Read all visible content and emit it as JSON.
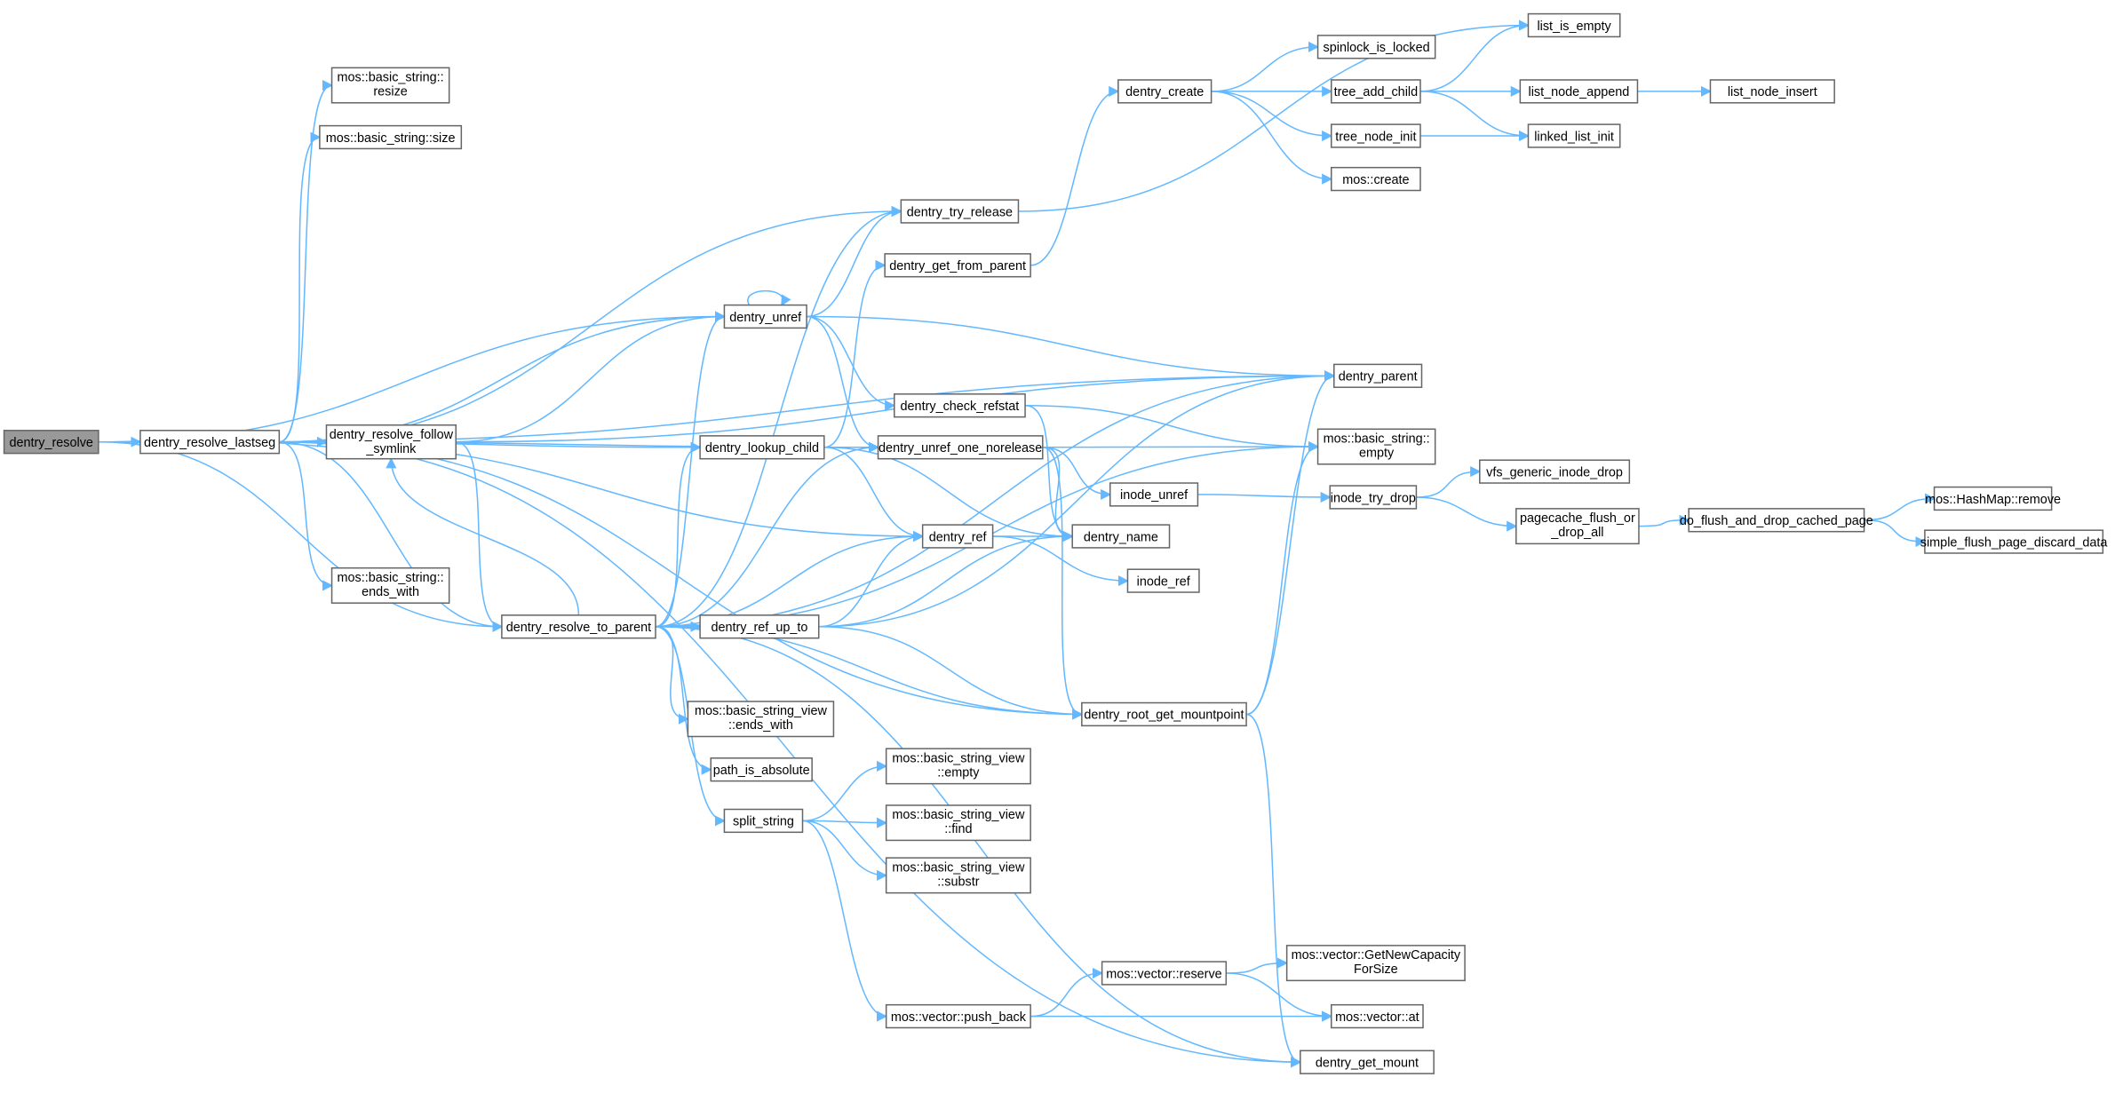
{
  "graph": {
    "title": "dentry_resolve call graph",
    "colors": {
      "edge": "#63b8ff",
      "root_fill": "#999999",
      "node_border": "#666666"
    },
    "root": "dentry_resolve",
    "nodes": {
      "dentry_resolve": [
        "dentry_resolve"
      ],
      "lastseg": [
        "dentry_resolve_lastseg"
      ],
      "resize": [
        "mos::basic_string::",
        "resize"
      ],
      "size": [
        "mos::basic_string::size"
      ],
      "follow": [
        "dentry_resolve_follow",
        "_symlink"
      ],
      "bs_ends_with": [
        "mos::basic_string::",
        "ends_with"
      ],
      "to_parent": [
        "dentry_resolve_to_parent"
      ],
      "unref": [
        "dentry_unref"
      ],
      "try_release": [
        "dentry_try_release"
      ],
      "get_from_parent": [
        "dentry_get_from_parent"
      ],
      "create": [
        "dentry_create"
      ],
      "spinlock": [
        "spinlock_is_locked"
      ],
      "tree_add_child": [
        "tree_add_child"
      ],
      "tree_node_init": [
        "tree_node_init"
      ],
      "mos_create": [
        "mos::create"
      ],
      "list_is_empty": [
        "list_is_empty"
      ],
      "list_node_append": [
        "list_node_append"
      ],
      "list_node_insert": [
        "list_node_insert"
      ],
      "linked_list_init": [
        "linked_list_init"
      ],
      "check_refstat": [
        "dentry_check_refstat"
      ],
      "parent": [
        "dentry_parent"
      ],
      "lookup_child": [
        "dentry_lookup_child"
      ],
      "unref_one": [
        "dentry_unref_one_norelease"
      ],
      "bs_empty": [
        "mos::basic_string::",
        "empty"
      ],
      "inode_unref": [
        "inode_unref"
      ],
      "inode_try_drop": [
        "inode_try_drop"
      ],
      "vfs_drop": [
        "vfs_generic_inode_drop"
      ],
      "pagecache": [
        "pagecache_flush_or",
        "_drop_all"
      ],
      "do_flush": [
        "do_flush_and_drop_cached_page"
      ],
      "hashmap_remove": [
        "mos::HashMap::remove"
      ],
      "simple_flush": [
        "simple_flush_page_discard_data"
      ],
      "ref": [
        "dentry_ref"
      ],
      "name": [
        "dentry_name"
      ],
      "inode_ref": [
        "inode_ref"
      ],
      "ref_up_to": [
        "dentry_ref_up_to"
      ],
      "sv_ends_with": [
        "mos::basic_string_view",
        "::ends_with"
      ],
      "path_abs": [
        "path_is_absolute"
      ],
      "split": [
        "split_string"
      ],
      "mountpoint": [
        "dentry_root_get_mountpoint"
      ],
      "sv_empty": [
        "mos::basic_string_view",
        "::empty"
      ],
      "sv_find": [
        "mos::basic_string_view",
        "::find"
      ],
      "sv_substr": [
        "mos::basic_string_view",
        "::substr"
      ],
      "reserve": [
        "mos::vector::reserve"
      ],
      "getnewcap": [
        "mos::vector::GetNewCapacity",
        "ForSize"
      ],
      "vec_at": [
        "mos::vector::at"
      ],
      "push_back": [
        "mos::vector::push_back"
      ],
      "get_mount": [
        "dentry_get_mount"
      ]
    },
    "edges": [
      [
        "dentry_resolve",
        "lastseg"
      ],
      [
        "dentry_resolve",
        "unref"
      ],
      [
        "dentry_resolve",
        "to_parent"
      ],
      [
        "lastseg",
        "resize"
      ],
      [
        "lastseg",
        "size"
      ],
      [
        "lastseg",
        "follow"
      ],
      [
        "lastseg",
        "bs_ends_with"
      ],
      [
        "lastseg",
        "try_release"
      ],
      [
        "lastseg",
        "unref"
      ],
      [
        "lastseg",
        "parent"
      ],
      [
        "lastseg",
        "lookup_child"
      ],
      [
        "lastseg",
        "unref_one"
      ],
      [
        "lastseg",
        "ref"
      ],
      [
        "lastseg",
        "to_parent"
      ],
      [
        "lastseg",
        "mountpoint"
      ],
      [
        "lastseg",
        "get_mount"
      ],
      [
        "follow",
        "lastseg"
      ],
      [
        "follow",
        "unref"
      ],
      [
        "follow",
        "parent"
      ],
      [
        "follow",
        "to_parent"
      ],
      [
        "to_parent",
        "follow"
      ],
      [
        "to_parent",
        "unref"
      ],
      [
        "to_parent",
        "try_release"
      ],
      [
        "to_parent",
        "lookup_child"
      ],
      [
        "to_parent",
        "unref_one"
      ],
      [
        "to_parent",
        "ref"
      ],
      [
        "to_parent",
        "ref_up_to"
      ],
      [
        "to_parent",
        "parent"
      ],
      [
        "to_parent",
        "bs_empty"
      ],
      [
        "to_parent",
        "sv_ends_with"
      ],
      [
        "to_parent",
        "path_abs"
      ],
      [
        "to_parent",
        "split"
      ],
      [
        "to_parent",
        "mountpoint"
      ],
      [
        "to_parent",
        "get_mount"
      ],
      [
        "unref",
        "unref"
      ],
      [
        "unref",
        "try_release"
      ],
      [
        "unref",
        "parent"
      ],
      [
        "unref",
        "check_refstat"
      ],
      [
        "unref",
        "unref_one"
      ],
      [
        "try_release",
        "list_is_empty"
      ],
      [
        "get_from_parent",
        "create"
      ],
      [
        "create",
        "spinlock"
      ],
      [
        "create",
        "tree_add_child"
      ],
      [
        "create",
        "tree_node_init"
      ],
      [
        "create",
        "mos_create"
      ],
      [
        "tree_add_child",
        "list_is_empty"
      ],
      [
        "tree_add_child",
        "list_node_append"
      ],
      [
        "tree_add_child",
        "linked_list_init"
      ],
      [
        "list_node_append",
        "list_node_insert"
      ],
      [
        "tree_node_init",
        "linked_list_init"
      ],
      [
        "lookup_child",
        "get_from_parent"
      ],
      [
        "lookup_child",
        "ref"
      ],
      [
        "lookup_child",
        "name"
      ],
      [
        "check_refstat",
        "bs_empty"
      ],
      [
        "check_refstat",
        "name"
      ],
      [
        "unref_one",
        "bs_empty"
      ],
      [
        "unref_one",
        "inode_unref"
      ],
      [
        "unref_one",
        "name"
      ],
      [
        "unref_one",
        "mountpoint"
      ],
      [
        "inode_unref",
        "inode_try_drop"
      ],
      [
        "inode_try_drop",
        "vfs_drop"
      ],
      [
        "inode_try_drop",
        "pagecache"
      ],
      [
        "pagecache",
        "do_flush"
      ],
      [
        "do_flush",
        "hashmap_remove"
      ],
      [
        "do_flush",
        "simple_flush"
      ],
      [
        "ref",
        "name"
      ],
      [
        "ref",
        "inode_ref"
      ],
      [
        "ref_up_to",
        "ref"
      ],
      [
        "ref_up_to",
        "name"
      ],
      [
        "ref_up_to",
        "parent"
      ],
      [
        "ref_up_to",
        "mountpoint"
      ],
      [
        "split",
        "sv_empty"
      ],
      [
        "split",
        "sv_find"
      ],
      [
        "split",
        "sv_substr"
      ],
      [
        "split",
        "push_back"
      ],
      [
        "mountpoint",
        "parent"
      ],
      [
        "mountpoint",
        "bs_empty"
      ],
      [
        "mountpoint",
        "get_mount"
      ],
      [
        "push_back",
        "reserve"
      ],
      [
        "push_back",
        "vec_at"
      ],
      [
        "reserve",
        "getnewcap"
      ],
      [
        "reserve",
        "vec_at"
      ]
    ]
  }
}
